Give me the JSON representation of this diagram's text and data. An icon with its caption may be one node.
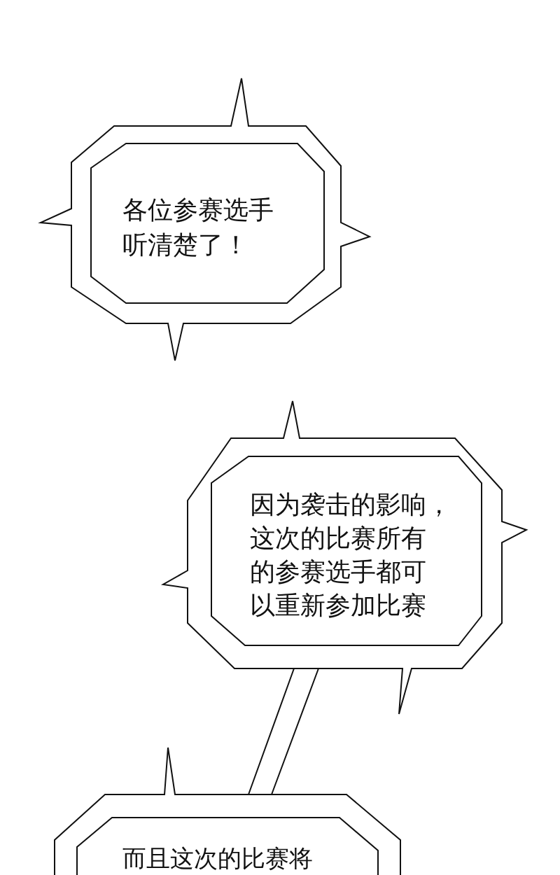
{
  "diagram": {
    "nodes": [
      {
        "text": [
          "各位参赛选手听清楚了！"
        ]
      },
      {
        "text": [
          "因为袭击的影响，这次的比赛所有的参赛选手都可以重新参加比赛"
        ]
      },
      {
        "text": [
          "而且这次的比赛将"
        ]
      }
    ],
    "edges": [
      {
        "from": 1,
        "to": 2,
        "arrow": "none"
      }
    ]
  }
}
